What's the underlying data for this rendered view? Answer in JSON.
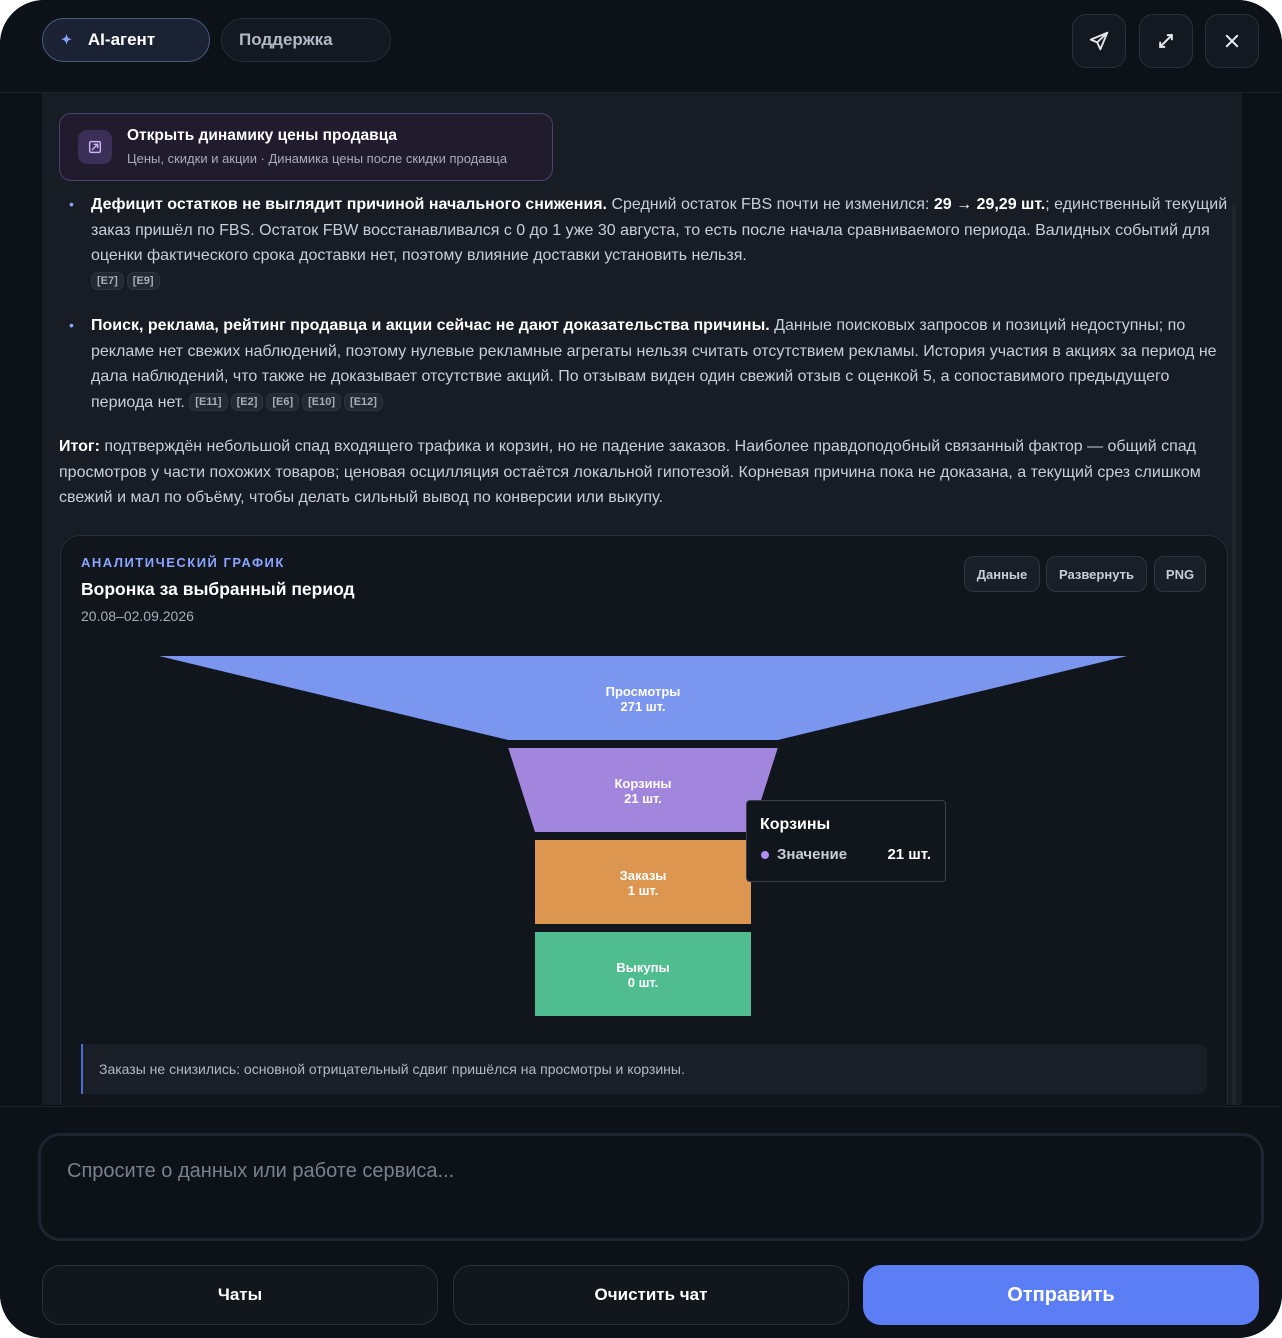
{
  "header": {
    "tabs": [
      {
        "label": "AI-агент",
        "active": true
      },
      {
        "label": "Поддержка",
        "active": false
      }
    ],
    "buttons": [
      "send-icon",
      "expand-icon",
      "close-icon"
    ]
  },
  "action_card": {
    "title": "Открыть динамику цены продавца",
    "subtitle": "Цены, скидки и акции · Динамика цены после скидки продавца"
  },
  "bullets": [
    {
      "bold": "Дефицит остатков не выглядит причиной начального снижения.",
      "text1": " Средний остаток FBS почти не изменился: ",
      "bold2": "29 → 29,29 шт.",
      "text2": "; единственный текущий заказ пришёл по FBS. Остаток FBW восстанавливался с 0 до 1 уже 30 августа, то есть после начала сравниваемого периода. Валидных событий для оценки фактического срока доставки нет, поэтому влияние доставки установить нельзя.",
      "refs": [
        "[E7]",
        "[E9]"
      ]
    },
    {
      "bold": "Поиск, реклама, рейтинг продавца и акции сейчас не дают доказательства причины.",
      "text1": " Данные поисковых запросов и позиций недоступны; по рекламе нет свежих наблюдений, поэтому нулевые рекламные агрегаты нельзя считать отсутствием рекламы. История участия в акциях за период не дала наблюдений, что также не доказывает отсутствие акций. По отзывам виден один свежий отзыв с оценкой 5, а сопоставимого предыдущего периода нет.",
      "refs": [
        "[E11]",
        "[E2]",
        "[E6]",
        "[E10]",
        "[E12]"
      ]
    }
  ],
  "summary": {
    "label": "Итог:",
    "text": " подтверждён небольшой спад входящего трафика и корзин, но не падение заказов. Наиболее правдоподобный связанный фактор — общий спад просмотров у части похожих товаров; ценовая осцилляция остаётся локальной гипотезой. Корневая причина пока не доказана, а текущий срез слишком свежий и мал по объёму, чтобы делать сильный вывод по конверсии или выкупу."
  },
  "chart_card": {
    "kicker": "АНАЛИТИЧЕСКИЙ ГРАФИК",
    "title": "Воронка за выбранный период",
    "date": "20.08–02.09.2026",
    "buttons": [
      "Данные",
      "Развернуть",
      "PNG"
    ],
    "note": "Заказы не снизились: основной отрицательный сдвиг пришёлся на просмотры и корзины.",
    "tooltip": {
      "title": "Корзины",
      "series": "Значение",
      "value": "21 шт."
    }
  },
  "chart_data": {
    "type": "funnel",
    "unit": "шт.",
    "stages": [
      {
        "name": "Просмотры",
        "value": 271,
        "label": "271 шт.",
        "color": "#7b96ee"
      },
      {
        "name": "Корзины",
        "value": 21,
        "label": "21 шт.",
        "color": "#a286de"
      },
      {
        "name": "Заказы",
        "value": 1,
        "label": "1 шт.",
        "color": "#dc964f"
      },
      {
        "name": "Выкупы",
        "value": 0,
        "label": "0 шт.",
        "color": "#4fbd8f"
      }
    ]
  },
  "footer": {
    "input_placeholder": "Спросите о данных или работе сервиса...",
    "buttons": {
      "chats": "Чаты",
      "clear": "Очистить чат",
      "send": "Отправить"
    }
  },
  "colors": {
    "accent": "#5b7ef5",
    "background": "#0d1118",
    "panel": "#181c24"
  }
}
